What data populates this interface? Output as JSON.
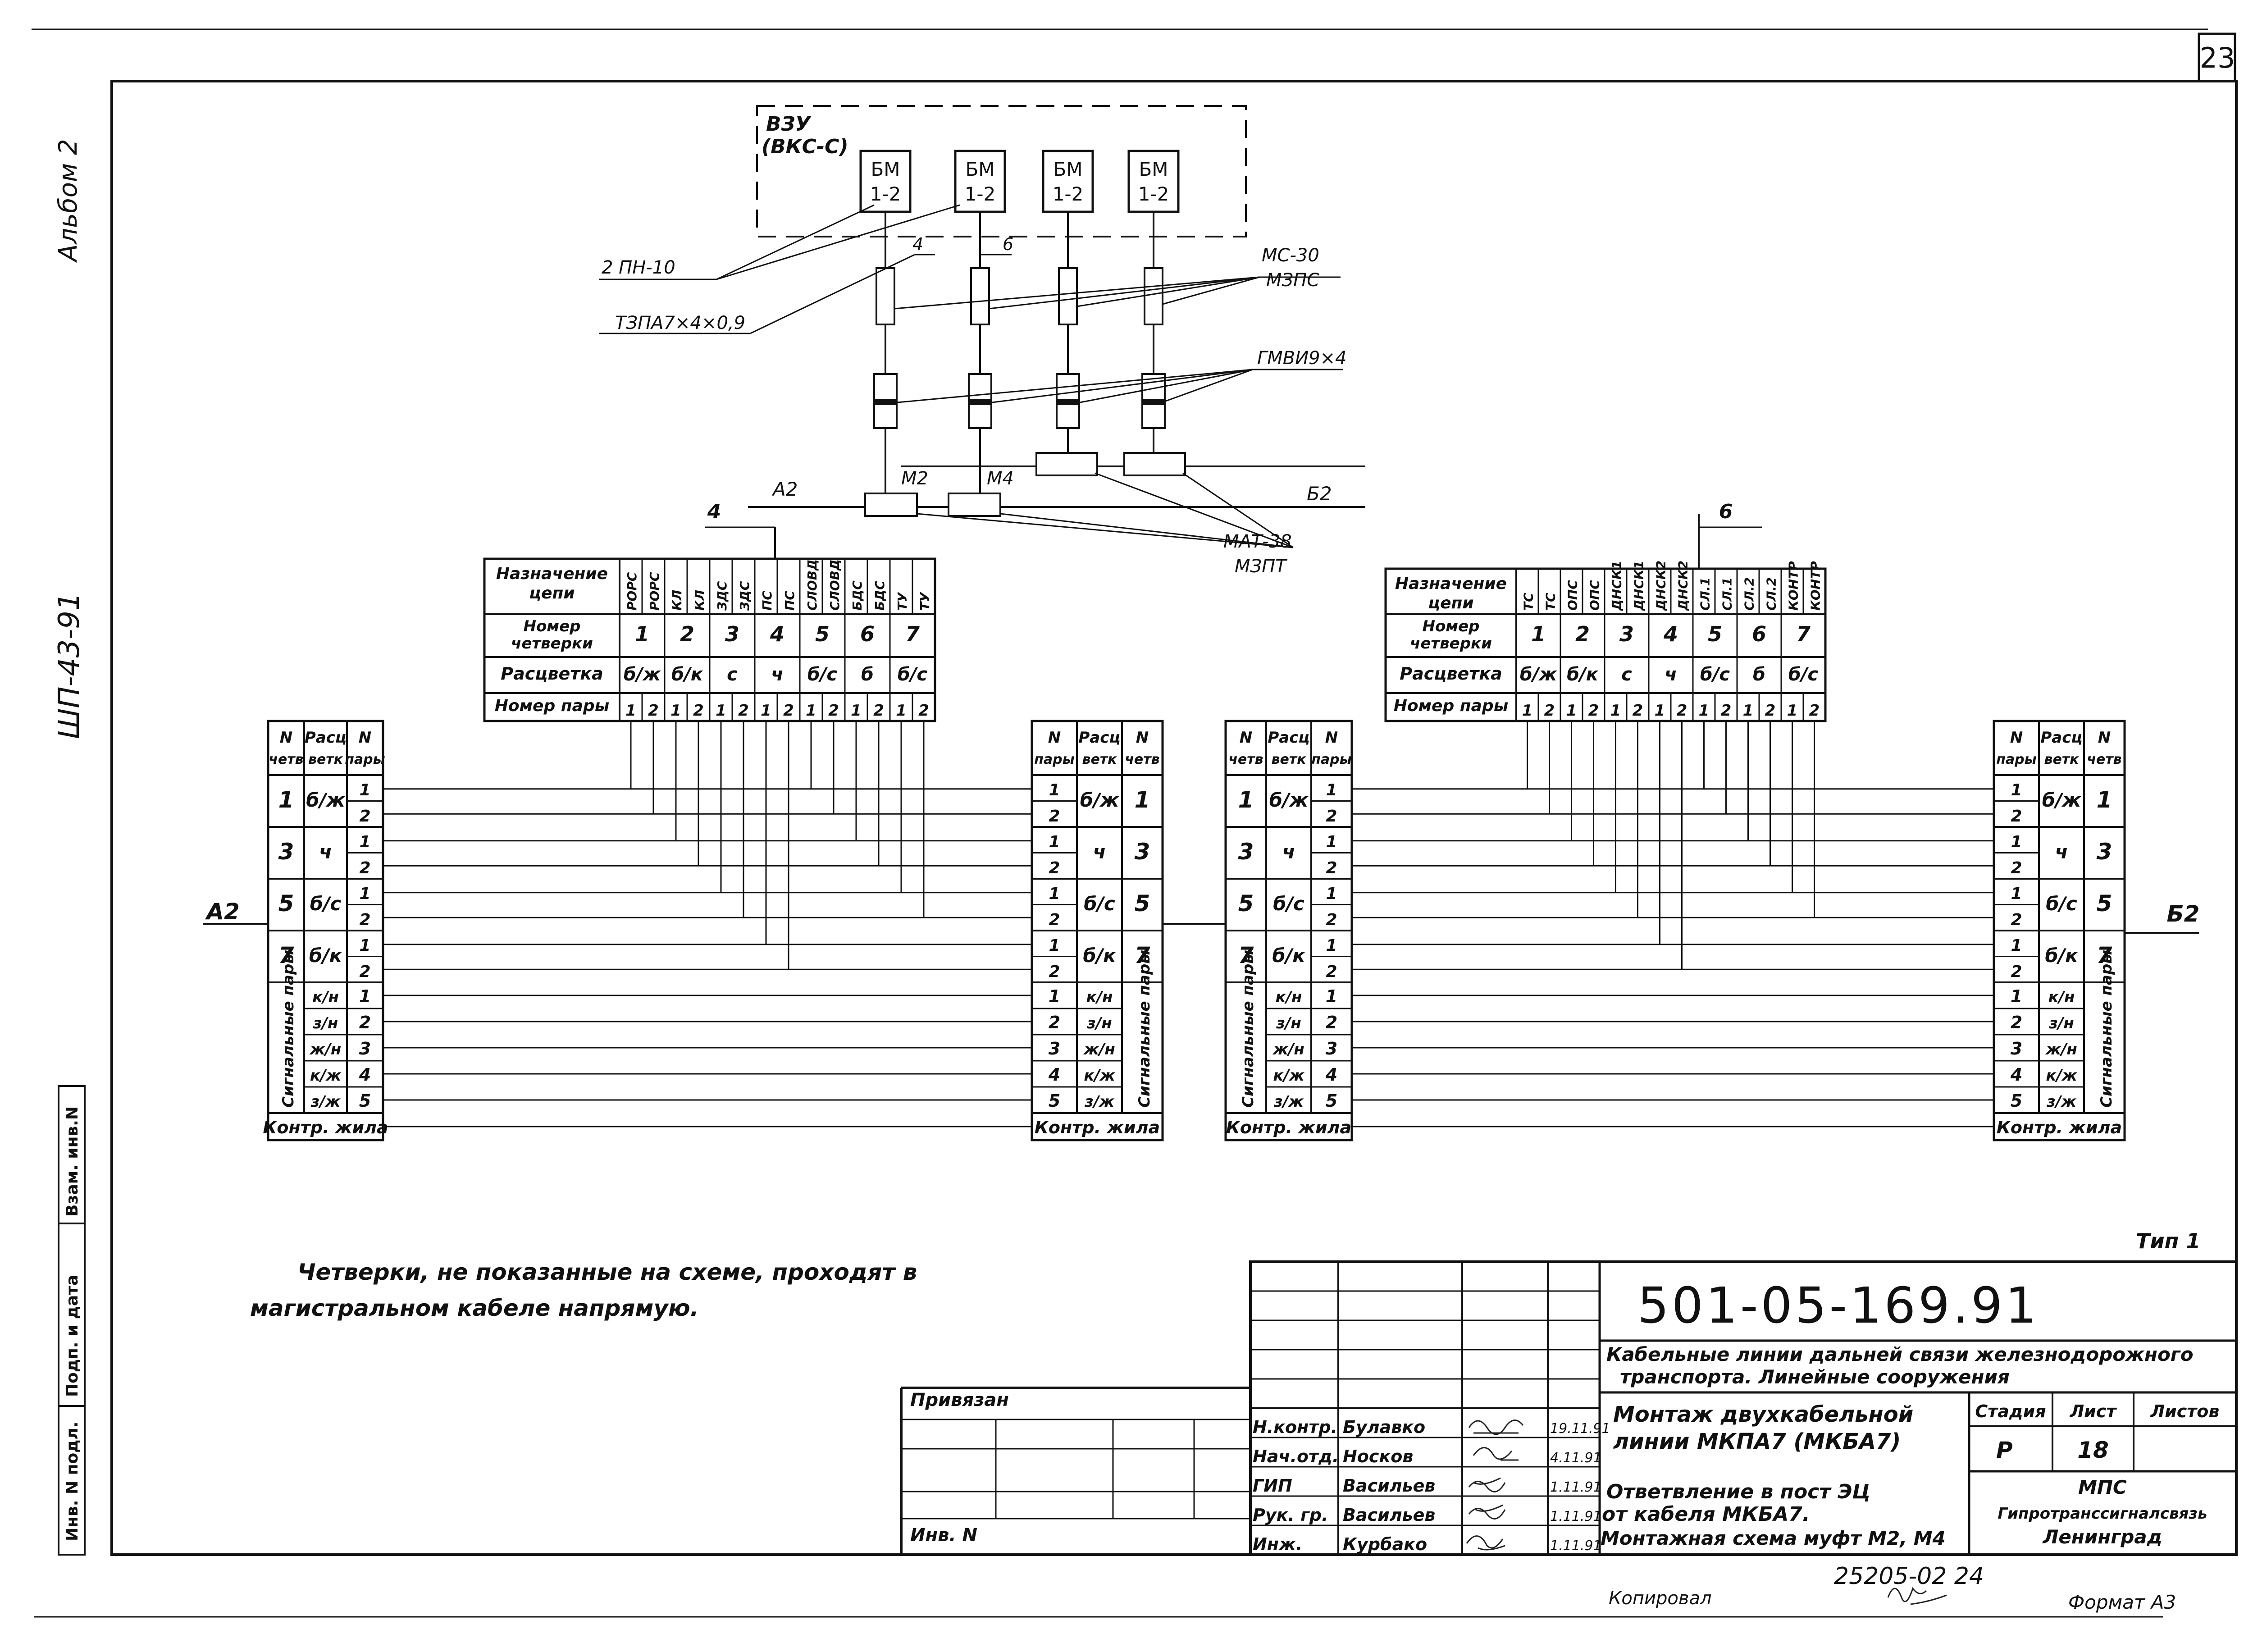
{
  "sheet": {
    "page_number": "23",
    "album": "Альбом 2",
    "series": "ШП-43-91",
    "type_label": "Тип 1",
    "copied_label": "Копировал",
    "format_label": "Формат А3",
    "archive_no": "25205-02  24"
  },
  "left_strip": [
    "Взам. инв.N",
    "Подп. и дата",
    "Инв. N подл."
  ],
  "schematic": {
    "vzu_label": "ВЗУ",
    "vzu_sub": "(ВКС-С)",
    "bm_line1": "БМ",
    "bm_line2": "1-2",
    "label_2pn": "2 ПН-10",
    "label_tzpa": "ТЗПА7×4×0,9",
    "label_4": "4",
    "label_6": "6",
    "label_ms30": "МС-30",
    "label_mzps": "МЗПС",
    "label_gmvi": "ГМВИ9×4",
    "label_a2": "А2",
    "label_b2": "Б2",
    "label_m2": "М2",
    "label_m4": "М4",
    "label_mat": "МАТ-38",
    "label_mzpt": "МЗПТ"
  },
  "header_tables": {
    "row_labels": [
      "Назначение цепи",
      "Номер четверки",
      "Расцветка",
      "Номер пары"
    ],
    "left": {
      "branch_label": "4",
      "circuits": [
        "РОРС",
        "РОРС",
        "КЛ",
        "КЛ",
        "ЗДС",
        "ЗДС",
        "ПС",
        "ПС",
        "СЛОВД",
        "СЛОВД",
        "БДС",
        "БДС",
        "ТУ",
        "ТУ"
      ],
      "quads": [
        "1",
        "2",
        "3",
        "4",
        "5",
        "6",
        "7"
      ],
      "colors": [
        "б/ж",
        "б/к",
        "с",
        "ч",
        "б/с",
        "б",
        "б/с"
      ],
      "pairs": [
        "1",
        "2",
        "1",
        "2",
        "1",
        "2",
        "1",
        "2",
        "1",
        "2",
        "1",
        "2",
        "1",
        "2"
      ]
    },
    "right": {
      "branch_label": "6",
      "circuits": [
        "ТС",
        "ТС",
        "ОПС",
        "ОПС",
        "ДНСК1",
        "ДНСК1",
        "ДНСК2",
        "ДНСК2",
        "СЛ.1",
        "СЛ.1",
        "СЛ.2",
        "СЛ.2",
        "КОНТР",
        "КОНТР"
      ],
      "quads": [
        "1",
        "2",
        "3",
        "4",
        "5",
        "6",
        "7"
      ],
      "colors": [
        "б/ж",
        "б/к",
        "с",
        "ч",
        "б/с",
        "б",
        "б/с"
      ],
      "pairs": [
        "1",
        "2",
        "1",
        "2",
        "1",
        "2",
        "1",
        "2",
        "1",
        "2",
        "1",
        "2",
        "1",
        "2"
      ]
    }
  },
  "side_tables": {
    "head_quad": "N четв",
    "head_color": "Расц ветк",
    "head_pair": "N пары",
    "quads": [
      {
        "num": "1",
        "color": "б/ж"
      },
      {
        "num": "3",
        "color": "ч"
      },
      {
        "num": "5",
        "color": "б/с"
      },
      {
        "num": "7",
        "color": "б/к"
      }
    ],
    "quad_pairs": [
      "1",
      "2"
    ],
    "signal_label": "Сигнальные пары",
    "signal_rows": [
      {
        "color": "к/н",
        "num": "1"
      },
      {
        "color": "з/н",
        "num": "2"
      },
      {
        "color": "ж/н",
        "num": "3"
      },
      {
        "color": "к/ж",
        "num": "4"
      },
      {
        "color": "з/ж",
        "num": "5"
      }
    ],
    "control": "Контр. жила",
    "label_a2": "А2",
    "label_b2": "Б2"
  },
  "note": {
    "line1": "Четверки, не показанные на схеме, проходят в",
    "line2": "магистральном кабеле напрямую."
  },
  "title_block": {
    "doc_code": "501-05-169.91",
    "project_line1": "Кабельные линии дальней связи железнодорожного",
    "project_line2": "транспорта. Линейные сооружения",
    "drawing_line1": "Монтаж двухкабельной",
    "drawing_line2": "линии МКПА7 (МКБА7)",
    "sheet_line1": "Ответвление в пост ЭЦ",
    "sheet_line2": "от кабеля МКБА7.",
    "sheet_line3": "Монтажная схема муфт М2, М4",
    "stage_head": "Стадия",
    "sheet_head": "Лист",
    "sheets_head": "Листов",
    "stage": "Р",
    "sheet": "18",
    "org_line1": "МПС",
    "org_line2": "Гипротранссигналсвязь",
    "org_line3": "Ленинград",
    "privyazan": "Привязан",
    "inv_no": "Инв. N",
    "roles": [
      {
        "role": "Н.контр.",
        "name": "Булавко",
        "date": "19.11.91"
      },
      {
        "role": "Нач.отд.",
        "name": "Носков",
        "date": "4.11.91"
      },
      {
        "role": "ГИП",
        "name": "Васильев",
        "date": "1.11.91"
      },
      {
        "role": "Рук. гр.",
        "name": "Васильев",
        "date": "1.11.91"
      },
      {
        "role": "Инж.",
        "name": "Курбако",
        "date": "1.11.91"
      }
    ]
  }
}
